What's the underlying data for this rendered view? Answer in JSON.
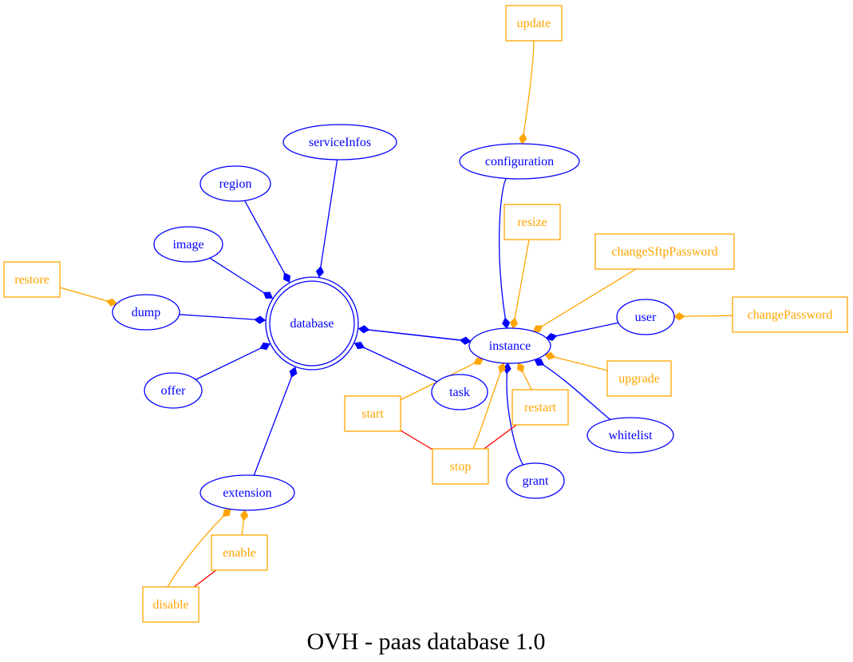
{
  "title": "OVH - paas database 1.0",
  "colors": {
    "resource": "#0000ff",
    "action": "#ffa500",
    "link": "#ff0000",
    "text": "#000000"
  },
  "nodes": [
    {
      "id": "database",
      "label": "database",
      "kind": "root"
    },
    {
      "id": "serviceInfos",
      "label": "serviceInfos",
      "kind": "resource"
    },
    {
      "id": "region",
      "label": "region",
      "kind": "resource"
    },
    {
      "id": "image",
      "label": "image",
      "kind": "resource"
    },
    {
      "id": "dump",
      "label": "dump",
      "kind": "resource"
    },
    {
      "id": "offer",
      "label": "offer",
      "kind": "resource"
    },
    {
      "id": "extension",
      "label": "extension",
      "kind": "resource"
    },
    {
      "id": "instance",
      "label": "instance",
      "kind": "resource"
    },
    {
      "id": "task",
      "label": "task",
      "kind": "resource"
    },
    {
      "id": "configuration",
      "label": "configuration",
      "kind": "resource"
    },
    {
      "id": "user",
      "label": "user",
      "kind": "resource"
    },
    {
      "id": "whitelist",
      "label": "whitelist",
      "kind": "resource"
    },
    {
      "id": "grant",
      "label": "grant",
      "kind": "resource"
    },
    {
      "id": "update",
      "label": "update",
      "kind": "action"
    },
    {
      "id": "resize",
      "label": "resize",
      "kind": "action"
    },
    {
      "id": "changeSftpPassword",
      "label": "changeSftpPassword",
      "kind": "action"
    },
    {
      "id": "changePassword",
      "label": "changePassword",
      "kind": "action"
    },
    {
      "id": "upgrade",
      "label": "upgrade",
      "kind": "action"
    },
    {
      "id": "restart",
      "label": "restart",
      "kind": "action"
    },
    {
      "id": "start",
      "label": "start",
      "kind": "action"
    },
    {
      "id": "stop",
      "label": "stop",
      "kind": "action"
    },
    {
      "id": "restore",
      "label": "restore",
      "kind": "action"
    },
    {
      "id": "enable",
      "label": "enable",
      "kind": "action"
    },
    {
      "id": "disable",
      "label": "disable",
      "kind": "action"
    }
  ],
  "edges": [
    {
      "from": "serviceInfos",
      "to": "database",
      "kind": "resource"
    },
    {
      "from": "region",
      "to": "database",
      "kind": "resource"
    },
    {
      "from": "image",
      "to": "database",
      "kind": "resource"
    },
    {
      "from": "dump",
      "to": "database",
      "kind": "resource"
    },
    {
      "from": "offer",
      "to": "database",
      "kind": "resource"
    },
    {
      "from": "extension",
      "to": "database",
      "kind": "resource"
    },
    {
      "from": "instance",
      "to": "database",
      "kind": "resource"
    },
    {
      "from": "task",
      "to": "database",
      "kind": "resource"
    },
    {
      "from": "database",
      "to": "instance",
      "kind": "resource"
    },
    {
      "from": "configuration",
      "to": "instance",
      "kind": "resource"
    },
    {
      "from": "user",
      "to": "instance",
      "kind": "resource"
    },
    {
      "from": "whitelist",
      "to": "instance",
      "kind": "resource"
    },
    {
      "from": "grant",
      "to": "instance",
      "kind": "resource"
    },
    {
      "from": "update",
      "to": "configuration",
      "kind": "action"
    },
    {
      "from": "resize",
      "to": "instance",
      "kind": "action"
    },
    {
      "from": "changeSftpPassword",
      "to": "instance",
      "kind": "action"
    },
    {
      "from": "changePassword",
      "to": "user",
      "kind": "action"
    },
    {
      "from": "upgrade",
      "to": "instance",
      "kind": "action"
    },
    {
      "from": "restart",
      "to": "instance",
      "kind": "action"
    },
    {
      "from": "start",
      "to": "instance",
      "kind": "action"
    },
    {
      "from": "stop",
      "to": "instance",
      "kind": "action"
    },
    {
      "from": "restore",
      "to": "dump",
      "kind": "action"
    },
    {
      "from": "enable",
      "to": "extension",
      "kind": "action"
    },
    {
      "from": "disable",
      "to": "extension",
      "kind": "action"
    },
    {
      "from": "start",
      "to": "stop",
      "kind": "link"
    },
    {
      "from": "restart",
      "to": "stop",
      "kind": "link"
    },
    {
      "from": "enable",
      "to": "disable",
      "kind": "link"
    }
  ]
}
